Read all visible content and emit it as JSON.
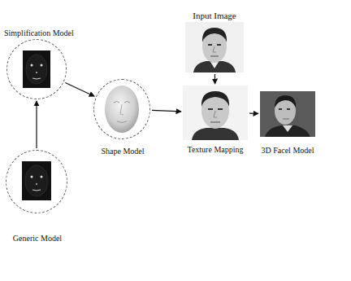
{
  "diagram": {
    "nodes": [
      {
        "text": [
          "Simplification Model"
        ]
      },
      {
        "text": [
          "Input Image"
        ]
      },
      {
        "text": [
          "Shape Model"
        ]
      },
      {
        "text": [
          "Texture Mapping"
        ]
      },
      {
        "text": [
          "3D Facel Model"
        ]
      },
      {
        "text": [
          "Generic Model"
        ]
      }
    ],
    "edges": [
      {
        "from": 5,
        "to": 0,
        "arrow": "to"
      },
      {
        "from": 0,
        "to": 2,
        "arrow": "to"
      },
      {
        "from": 2,
        "to": 3,
        "arrow": "to"
      },
      {
        "from": 1,
        "to": 3,
        "arrow": "to"
      },
      {
        "from": 3,
        "to": 4,
        "arrow": "to"
      }
    ]
  }
}
